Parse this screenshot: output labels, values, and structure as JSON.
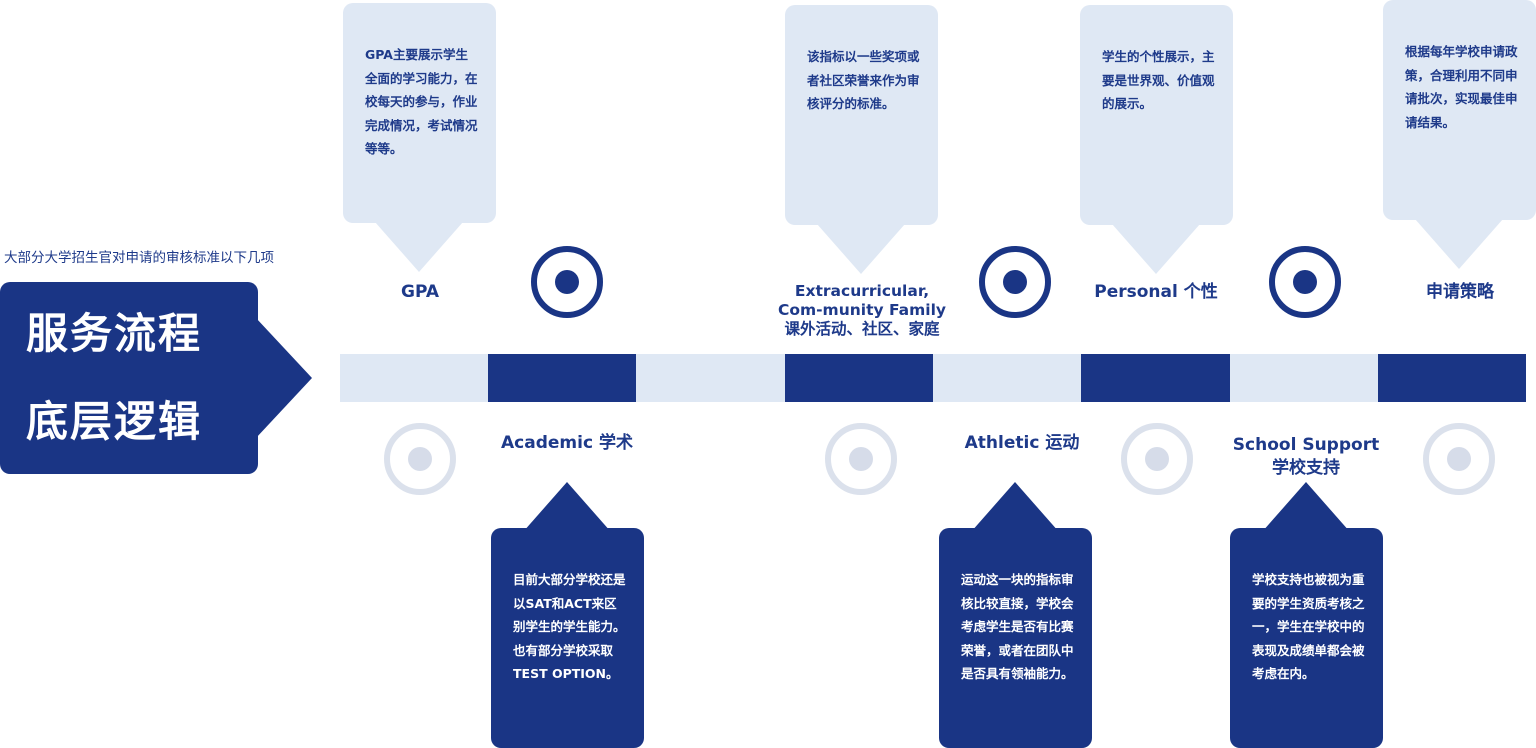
{
  "subtitle": "大部分大学招生官对申请的审核标准以下几项",
  "heading": {
    "line1": "服务流程",
    "line2": "底层逻辑"
  },
  "top_items": [
    {
      "label": "GPA",
      "desc": "GPA主要展示学生全面的学习能力，在校每天的参与，作业完成情况，考试情况等等。"
    },
    {
      "label": "Extracurricular, Com-munity Family\n课外活动、社区、家庭",
      "desc": "该指标以一些奖项或者社区荣誉来作为审核评分的标准。"
    },
    {
      "label": "Personal 个性",
      "desc": "学生的个性展示，主要是世界观、价值观的展示。"
    },
    {
      "label": "申请策略",
      "desc": "根据每年学校申请政策，合理利用不同申请批次，实现最佳申请结果。"
    }
  ],
  "bottom_items": [
    {
      "label": "Academic 学术",
      "desc": "目前大部分学校还是以SAT和ACT来区别学生的学生能力。也有部分学校采取TEST OPTION。"
    },
    {
      "label": "Athletic 运动",
      "desc": "运动这一块的指标审核比较直接，学校会考虑学生是否有比赛荣誉，或者在团队中是否具有领袖能力。"
    },
    {
      "label": "School Support\n学校支持",
      "desc": "学校支持也被视为重要的学生资质考核之一，学生在学校中的表现及成绩单都会被考虑在内。"
    }
  ],
  "colors": {
    "dark": "#1a3585",
    "light": "#dfe8f4",
    "ring_light": "#dbe1ec"
  }
}
